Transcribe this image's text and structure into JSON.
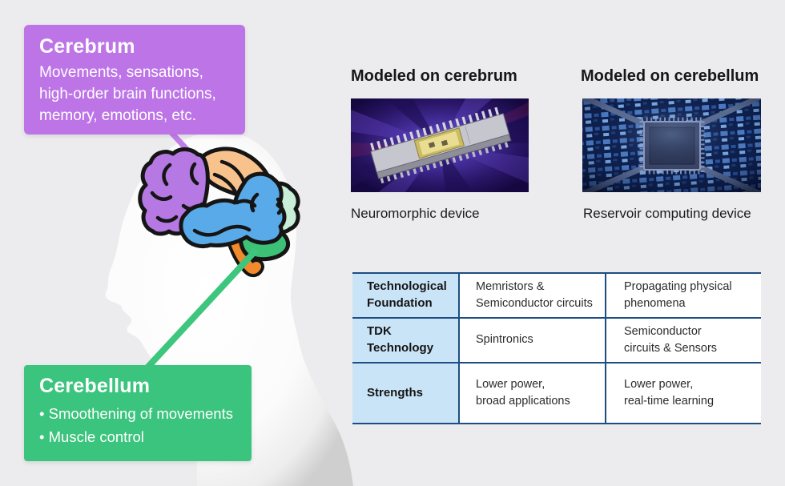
{
  "background_color": "#ececee",
  "cerebrum_callout": {
    "title": "Cerebrum",
    "description": "Movements, sensations,\nhigh-order brain functions,\nmemory, emotions, etc.",
    "color": "#bd74e7"
  },
  "cerebellum_callout": {
    "title": "Cerebellum",
    "bullets": [
      "• Smoothening of movements",
      "• Muscle control"
    ],
    "color": "#3bc47d"
  },
  "devices": {
    "cerebrum_column": {
      "heading": "Modeled on cerebrum",
      "caption": "Neuromorphic device"
    },
    "cerebellum_column": {
      "heading": "Modeled on cerebellum",
      "caption": "Reservoir computing device"
    }
  },
  "comparison_table": {
    "border_color": "#1d4d82",
    "header_bg": "#cae4f7",
    "rows": [
      {
        "label": "Technological\nFoundation",
        "cerebrum": "Memristors &\nSemiconductor circuits",
        "cerebellum": "Propagating physical\nphenomena"
      },
      {
        "label": "TDK\nTechnology",
        "cerebrum": "Spintronics",
        "cerebellum": "Semiconductor\ncircuits & Sensors"
      },
      {
        "label": "Strengths",
        "cerebrum": "Lower power,\nbroad applications",
        "cerebellum": "Lower power,\nreal-time learning"
      }
    ]
  },
  "brain_region_colors": {
    "frontal_cerebrum": "#b678e3",
    "parietal": "#f8c28d",
    "temporal": "#58aae8",
    "occipital": "#c8eed8",
    "cerebellum": "#3cc176",
    "brainstem": "#f18a2c"
  }
}
